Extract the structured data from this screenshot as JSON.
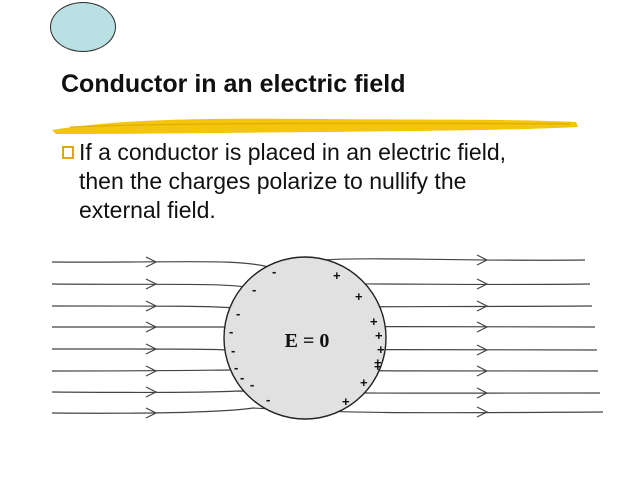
{
  "slide": {
    "title": "Conductor in an electric field",
    "bullet_lines": [
      "If a conductor is placed in an electric field,",
      "then the charges polarize to nullify the",
      "external field."
    ]
  },
  "diagram": {
    "inside_label": "E = 0",
    "negative_sign": "-",
    "positive_sign": "+",
    "negative_charge_count": 9,
    "positive_charge_count": 9
  },
  "colors": {
    "oval_fill": "#b9e0e3",
    "title_underline": "#f2c200",
    "bullet_box": "#e1a814",
    "conductor_fill": "#e1e1e1"
  }
}
